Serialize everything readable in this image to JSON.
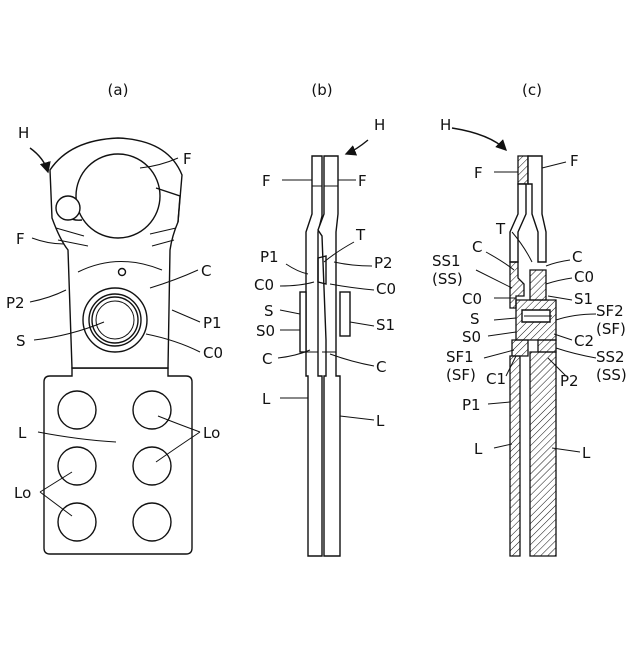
{
  "panels": {
    "a": {
      "caption": "(a)",
      "labels": {
        "H": "H",
        "F1": "F",
        "F2": "F",
        "C": "C",
        "P2": "P2",
        "P1": "P1",
        "S": "S",
        "C0": "C0",
        "L": "L",
        "Lo1": "Lo",
        "Lo2": "Lo"
      }
    },
    "b": {
      "caption": "(b)",
      "labels": {
        "H": "H",
        "F1": "F",
        "F2": "F",
        "T": "T",
        "P1": "P1",
        "P2": "P2",
        "C0a": "C0",
        "C0b": "C0",
        "S": "S",
        "S1": "S1",
        "S0": "S0",
        "Ca": "C",
        "Cb": "C",
        "La": "L",
        "Lb": "L"
      }
    },
    "c": {
      "caption": "(c)",
      "labels": {
        "H": "H",
        "F1": "F",
        "F2": "F",
        "T": "T",
        "Ca": "C",
        "Cb": "C",
        "SS1": "SS1",
        "SS1p": "(SS)",
        "C0a": "C0",
        "C0b": "C0",
        "S1": "S1",
        "SF2": "SF2",
        "SF2p": "(SF)",
        "S": "S",
        "S0": "S0",
        "C2": "C2",
        "SF1": "SF1",
        "SF1p": "(SF)",
        "SS2": "SS2",
        "SS2p": "(SS)",
        "C1": "C1",
        "P1": "P1",
        "P2": "P2",
        "La": "L",
        "Lb": "L"
      }
    }
  }
}
